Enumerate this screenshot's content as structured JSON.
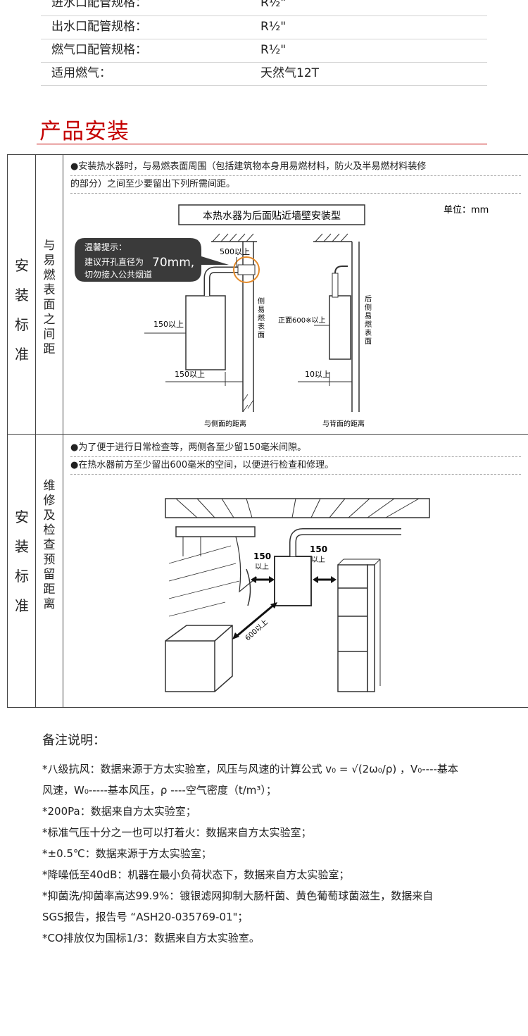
{
  "specs": [
    {
      "label": "进水口配管规格：",
      "value": "R½\""
    },
    {
      "label": "出水口配管规格：",
      "value": "R½\""
    },
    {
      "label": "燃气口配管规格：",
      "value": "R½\""
    },
    {
      "label": "适用燃气：",
      "value": "天然气12T"
    }
  ],
  "section_title": "产品安装",
  "install": {
    "category": [
      "安",
      "装",
      "标",
      "准"
    ],
    "clearance_label": [
      "与",
      "易",
      "燃",
      "表",
      "面",
      "之",
      "间",
      "距"
    ],
    "clearance_note_line1": "●安装热水器时，与易燃表面周围（包括建筑物本身用易燃材料，防火及半易燃材料装修",
    "clearance_note_line2": "的部分）之间至少要留出下列所需间距。",
    "diagram_title": "本热水器为后面贴近墙壁安装型",
    "unit": "单位：mm",
    "tip_title": "温馨提示：",
    "tip_line1": "建议开孔直径为",
    "tip_size": "70mm,",
    "tip_line2": "切勿接入公共烟道",
    "dim_500": "500以上",
    "dim_150_left": "150以上",
    "dim_150_bottom": "150以上",
    "dim_side_surface": [
      "侧",
      "易",
      "燃",
      "表",
      "面"
    ],
    "dim_front": "正面600※以上",
    "dim_back_surface": [
      "后",
      "侧",
      "易",
      "燃",
      "表",
      "面"
    ],
    "dim_10": "10以上",
    "caption_side": "与侧面的距离",
    "caption_back": "与背面的距离",
    "maintenance_label": [
      "维",
      "修",
      "及",
      "检",
      "查",
      "预",
      "留",
      "距",
      "离"
    ],
    "maint_note_line1": "●为了便于进行日常检查等，两侧各至少留150毫米间隙。",
    "maint_note_line2": "●在热水器前方至少留出600毫米的空间，以便进行检查和修理。",
    "room_dim_left": "150",
    "room_dim_left_sub": "以上",
    "room_dim_right": "150",
    "room_dim_right_sub": "以上",
    "room_dim_front": "600以上"
  },
  "remarks": {
    "title": "备注说明：",
    "items": [
      "*八级抗风：数据来源于方太实验室，风压与风速的计算公式 v₀ = √(2ω₀/ρ) ，V₀----基本",
      "风速，W₀-----基本风压，ρ ----空气密度（t/m³）；",
      "*200Pa：数据来自方太实验室；",
      "*标准气压十分之一也可以打着火：数据来自方太实验室；",
      "*±0.5℃：数据来源于方太实验室；",
      "*降噪低至40dB：机器在最小负荷状态下，数据来自方太实验室；",
      "*抑菌洗/抑菌率高达99.9%：镀银滤网抑制大肠杆菌、黄色葡萄球菌滋生，数据来自",
      "SGS报告，报告号 “ASH20-035769-01\"；",
      "*CO排放仅为国标1/3：数据来自方太实验室。"
    ]
  }
}
